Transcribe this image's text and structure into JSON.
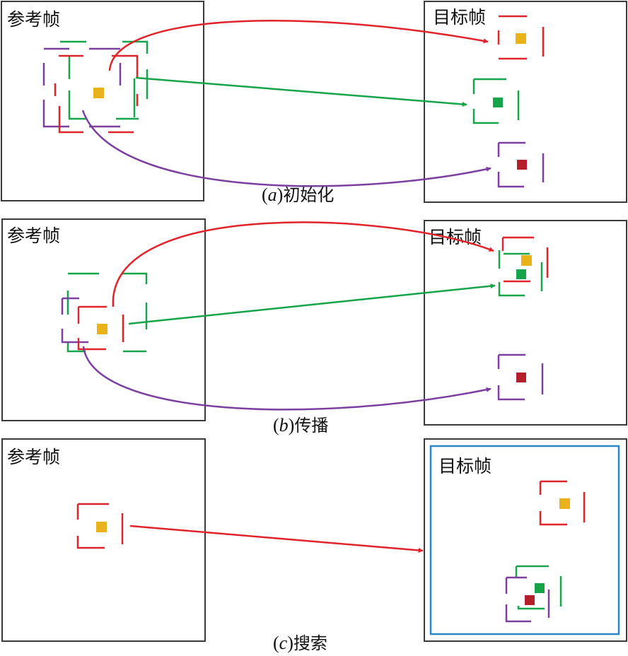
{
  "labels": {
    "reference_frame": "参考帧",
    "target_frame": "目标帧"
  },
  "panels": [
    {
      "id": "a",
      "caption_letter": "a",
      "caption_text": "初始化"
    },
    {
      "id": "b",
      "caption_letter": "b",
      "caption_text": "传播"
    },
    {
      "id": "c",
      "caption_letter": "c",
      "caption_text": "搜索"
    }
  ],
  "colors": {
    "red": "#e0242b",
    "green": "#16a34a",
    "purple": "#7b3fa0",
    "yellow": "#e8b31a",
    "dark_red": "#b3202a",
    "frame_border": "#3a3a3a",
    "search_border": "#2b86c5"
  }
}
